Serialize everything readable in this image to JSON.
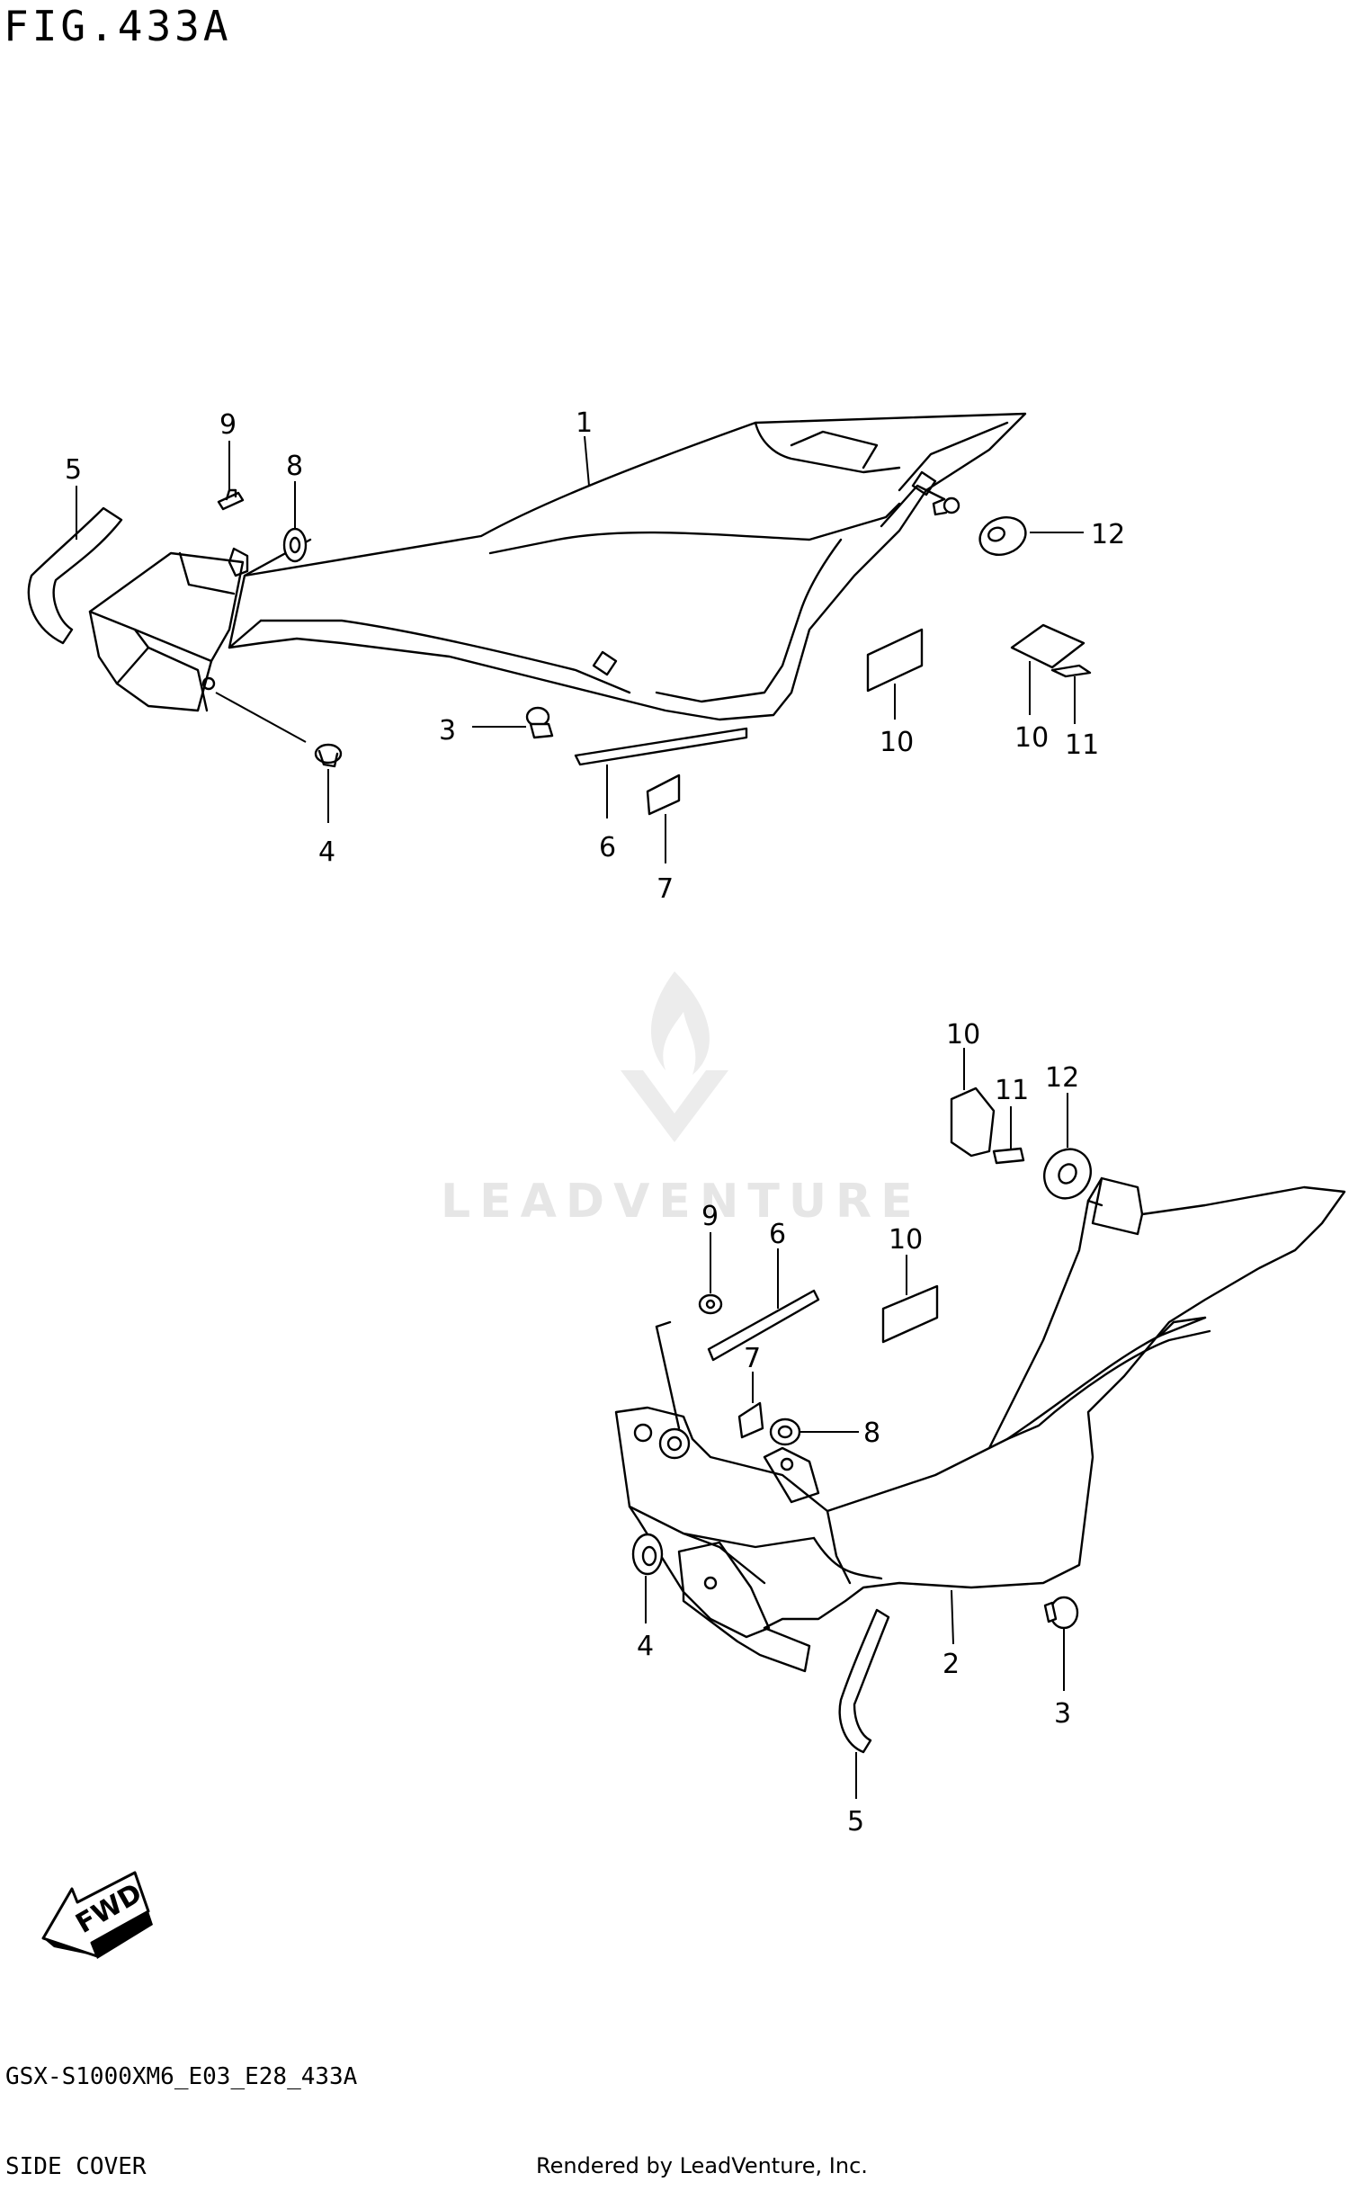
{
  "header": {
    "figure_title": "FIG.433A"
  },
  "footer": {
    "model_code": "GSX-S1000XM6_E03_E28_433A",
    "section_name": "SIDE COVER",
    "render_credit": "Rendered by LeadVenture, Inc."
  },
  "watermark": {
    "text": "LEADVENTURE"
  },
  "fwd_label": "FWD",
  "callouts_upper": [
    "1",
    "3",
    "4",
    "5",
    "6",
    "7",
    "8",
    "9",
    "10",
    "10",
    "11",
    "12"
  ],
  "callouts_lower": [
    "2",
    "3",
    "4",
    "5",
    "6",
    "7",
    "8",
    "9",
    "10",
    "10",
    "11",
    "12"
  ]
}
